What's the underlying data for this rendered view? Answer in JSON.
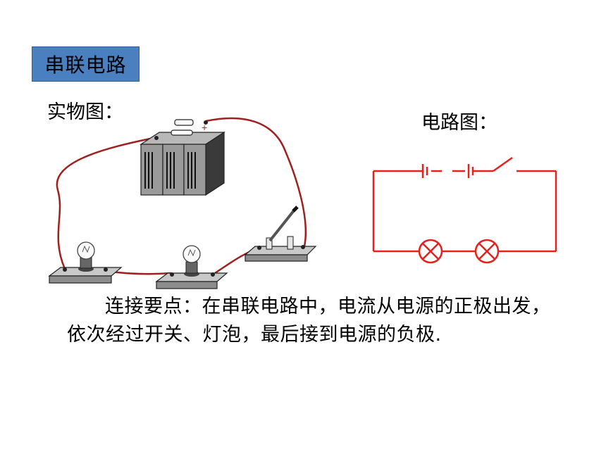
{
  "title": "串联电路",
  "physical_label": "实物图：",
  "circuit_label": "电路图：",
  "battery_signs": {
    "positive": "+",
    "negative": "−"
  },
  "note": "连接要点：在串联电路中，电流从电源的正极出发，依次经过开关、灯泡，最后接到电源的负极.",
  "colors": {
    "wire_physical": "#a02020",
    "wire_diagram": "#e8201c",
    "title_bg": "#4a7fc0"
  }
}
